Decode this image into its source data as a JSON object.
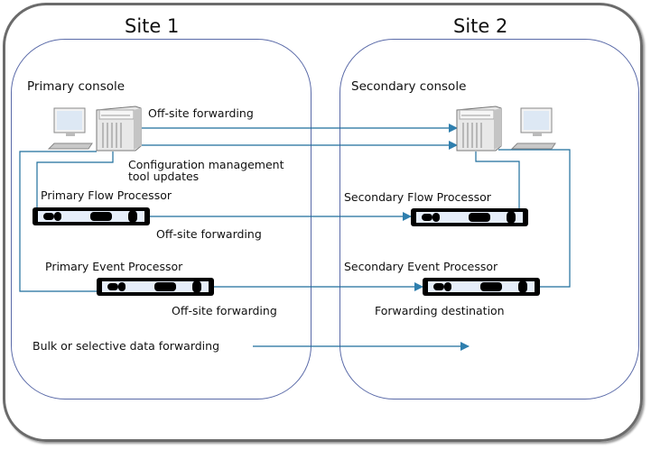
{
  "sites": [
    {
      "title": "Site 1"
    },
    {
      "title": "Site 2"
    }
  ],
  "site1": {
    "console_label": "Primary console",
    "offsite_console_label": "Off-site forwarding",
    "config_label_line1": "Configuration management",
    "config_label_line2": "tool updates",
    "flow_label": "Primary Flow Processor",
    "flow_offsite_label": "Off-site forwarding",
    "event_label": "Primary Event Processor",
    "event_offsite_label": "Off-site forwarding",
    "bulk_label": "Bulk or selective data forwarding"
  },
  "site2": {
    "console_label": "Secondary console",
    "flow_label": "Secondary Flow Processor",
    "event_label": "Secondary Event Processor",
    "dest_label": "Forwarding destination"
  },
  "colors": {
    "wire": "#1f6e9c",
    "site_border": "#5a6aa8",
    "outer_border": "#6b6b6b"
  }
}
